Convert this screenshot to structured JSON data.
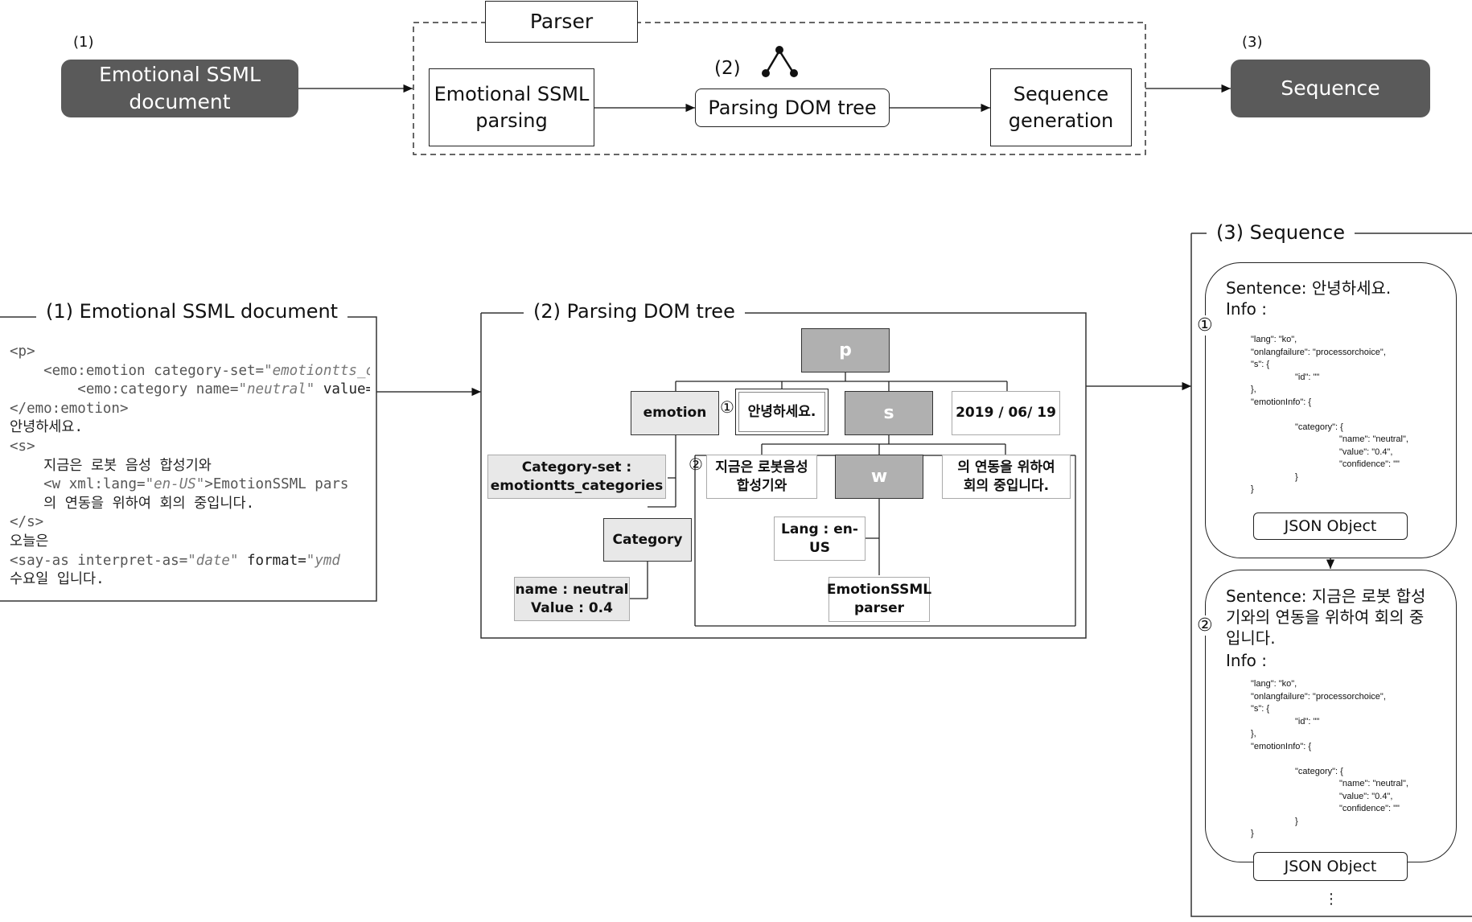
{
  "top": {
    "label_1": "(1)",
    "label_2": "(2)",
    "label_3": "(3)",
    "input_doc": "Emotional SSML\ndocument",
    "parser_title": "Parser",
    "ssml_parsing": "Emotional SSML\nparsing",
    "dom_tree": "Parsing DOM tree",
    "seq_gen": "Sequence\ngeneration",
    "sequence": "Sequence"
  },
  "doc_panel": {
    "title": "(1) Emotional SSML document",
    "lines": [
      "<p>",
      "    <emo:emotion category-set=\"emotiontts_ca",
      "        <emo:category name=\"neutral\" value=",
      "</emo:emotion>",
      "안녕하세요.",
      "<s>",
      "    지금은 로봇 음성 합성기와",
      "    <w xml:lang=\"en-US\">EmotionSSML pars",
      "    의 연동을 위하여 회의 중입니다.",
      "</s>",
      "오늘은",
      "<say-as interpret-as=\"date\" format=\"ymd",
      "수요일 입니다."
    ]
  },
  "dom_panel": {
    "title": "(2) Parsing DOM tree",
    "p": "p",
    "emotion": "emotion",
    "hello": "안녕하세요.",
    "s": "s",
    "date": "2019 / 06/ 19",
    "category_set": "Category-set :\nemotiontts_categories",
    "category": "Category",
    "name_value": "name : neutral\nValue : 0.4",
    "now": "지금은 로봇음성\n합성기와",
    "w": "w",
    "meeting": "의 연동을 위하여\n회의 중입니다.",
    "lang": "Lang : en-US",
    "parser": "EmotionSSML\nparser",
    "c1": "①",
    "c2": "②"
  },
  "seq_panel": {
    "title": "(3) Sequence",
    "c1": "①",
    "c2": "②",
    "sentence1": "Sentence: 안녕하세요.",
    "info": "Info :",
    "sentence2": "Sentence: 지금은 로봇 합성\n기와의 연동을 위하여 회의 중\n입니다.",
    "json": "\"lang\": \"ko\",\n\"onlangfailure\": \"processorchoice\",\n\"s\": {\n                  \"id\": \"\"\n},\n\"emotionInfo\": {\n\n                  \"category\": {\n                                    \"name\": \"neutral\",\n                                    \"value\": \"0.4\",\n                                    \"confidence\": \"\"\n                  }\n}",
    "json_object": "JSON Object",
    "ellipsis": "⋮"
  }
}
